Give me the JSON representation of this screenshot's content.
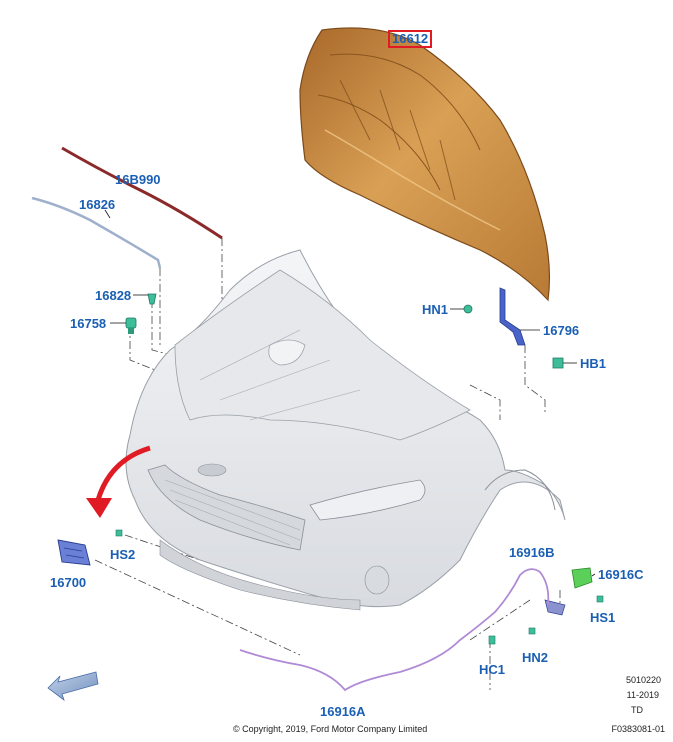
{
  "parts": {
    "hood": "16612",
    "weatherstrip": "16B990",
    "prop_rod": "16826",
    "rod_clip": "16828",
    "bumper": "16758",
    "hinge_nut": "HN1",
    "hinge": "16796",
    "hinge_bolt": "HB1",
    "screw_s2": "HS2",
    "latch": "16700",
    "cable_b": "16916B",
    "cable_c": "16916C",
    "screw_s1": "HS1",
    "hinge_nut_2": "HN2",
    "clip": "HC1",
    "cable_a": "16916A"
  },
  "meta": {
    "line1": "5010220",
    "line2": "11-2019",
    "line3": "TD",
    "line4": "F0383081-01"
  },
  "copyright": "© Copyright, 2019, Ford Motor Company Limited",
  "colors": {
    "callout_text": "#1a5fb4",
    "highlight_box": "#e01b24",
    "hood_fill": "#c98a3a",
    "arrow": "#e01b24"
  }
}
